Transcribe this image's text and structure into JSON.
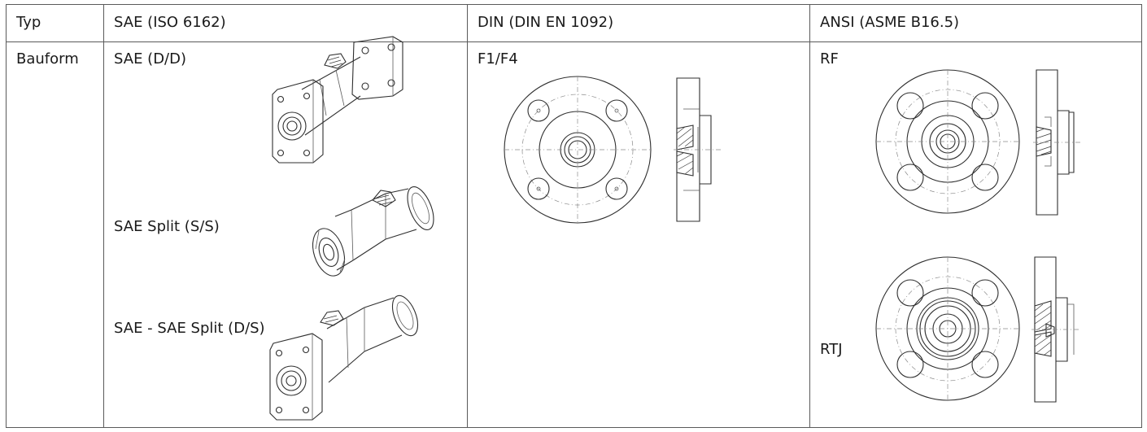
{
  "table": {
    "headers": [
      "Typ",
      "SAE (ISO 6162)",
      "DIN (DIN EN 1092)",
      "ANSI (ASME B16.5)"
    ],
    "row_label": "Bauform",
    "sae": {
      "dd": "SAE (D/D)",
      "ss": "SAE Split (S/S)",
      "ds": "SAE - SAE Split (D/S)"
    },
    "din": {
      "f1f4": "F1/F4"
    },
    "ansi": {
      "rf": "RF",
      "rtj": "RTJ"
    }
  }
}
